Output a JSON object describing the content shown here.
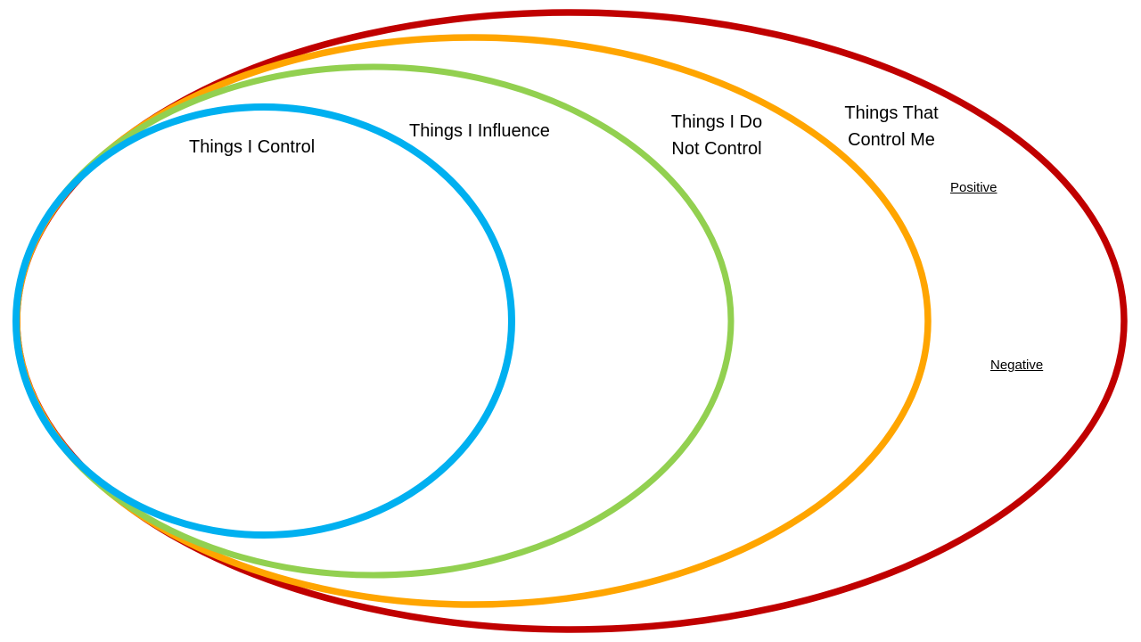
{
  "diagram": {
    "background": "#FFFFFF",
    "text_color": "#000000",
    "rings": [
      {
        "name": "things-i-control",
        "label": "Things I Control",
        "color": "#00B0F0"
      },
      {
        "name": "things-i-influence",
        "label": "Things I Influence",
        "color": "#92D050"
      },
      {
        "name": "things-i-do-not-control",
        "label": "Things I Do\nNot Control",
        "color": "#FFA500"
      },
      {
        "name": "things-that-control-me",
        "label": "Things That\nControl Me",
        "color": "#C00000"
      }
    ],
    "annotations": {
      "positive": "Positive",
      "negative": "Negative"
    }
  }
}
